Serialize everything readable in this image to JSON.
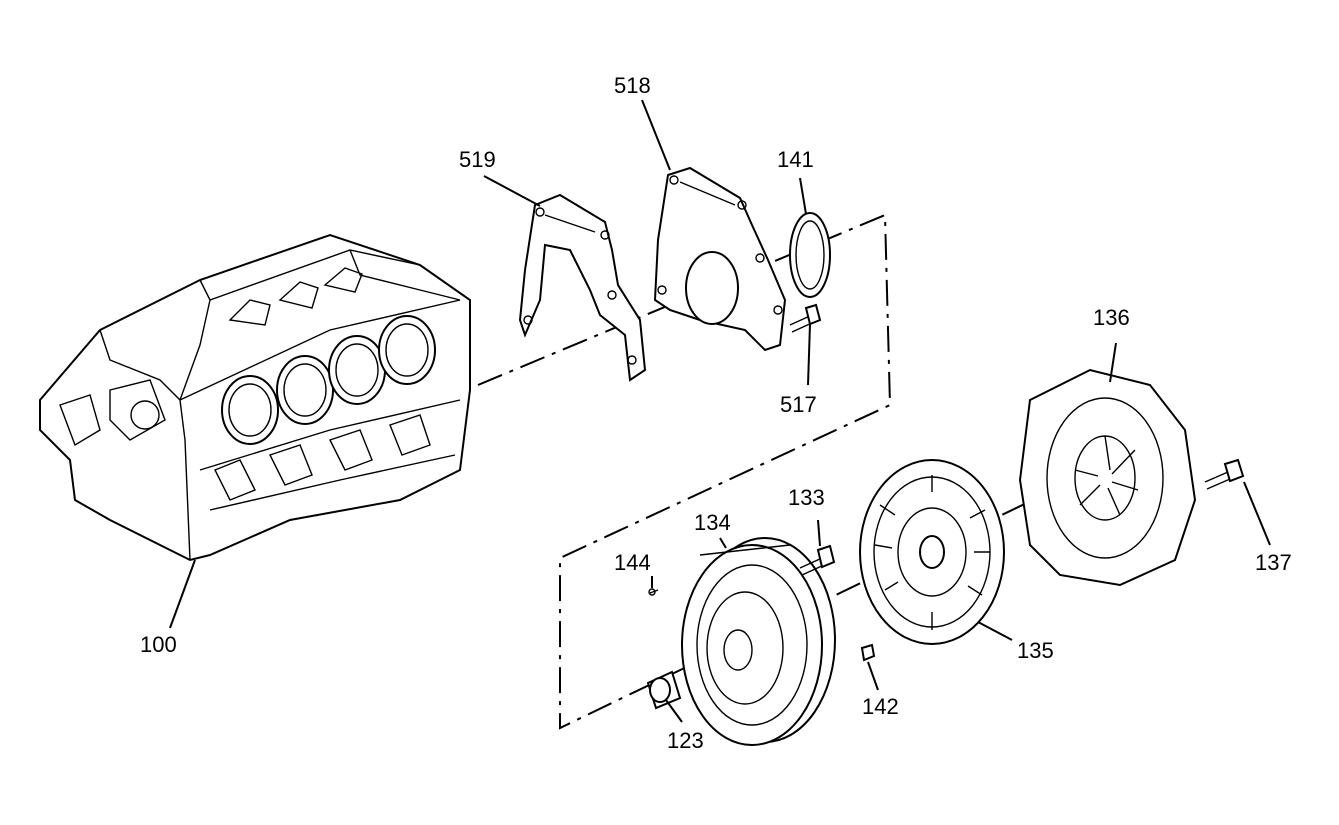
{
  "diagram": {
    "callouts": {
      "c100": "100",
      "c123": "123",
      "c133": "133",
      "c134": "134",
      "c135": "135",
      "c136": "136",
      "c137": "137",
      "c141": "141",
      "c142": "142",
      "c144": "144",
      "c517": "517",
      "c518": "518",
      "c519": "519"
    }
  }
}
